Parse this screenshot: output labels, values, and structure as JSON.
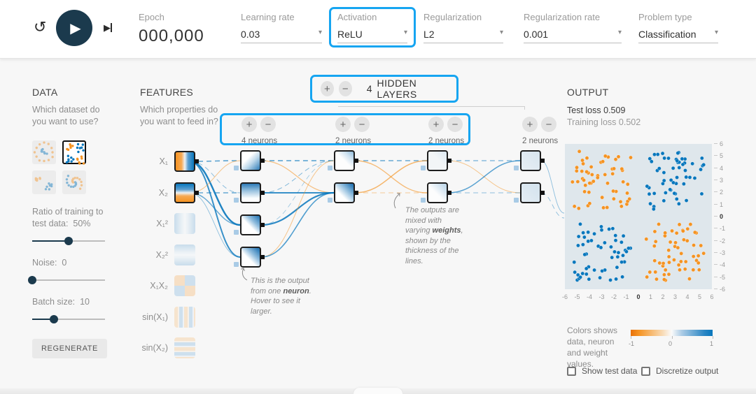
{
  "icons": {
    "reset": "↺",
    "play": "▶",
    "step": "▶",
    "plus": "+",
    "minus": "−",
    "caret": "▾"
  },
  "colors": {
    "accent_highlight": "#16a5f1",
    "orange": "#f59322",
    "blue": "#0877bd",
    "play_button": "#1b3a4d",
    "chart_background": "#dfe7ec"
  },
  "toolbar": {
    "epoch_label": "Epoch",
    "epoch_value": "000,000",
    "fields": [
      {
        "label": "Learning rate",
        "value": "0.03",
        "highlighted": false
      },
      {
        "label": "Activation",
        "value": "ReLU",
        "highlighted": true
      },
      {
        "label": "Regularization",
        "value": "L2",
        "highlighted": false
      },
      {
        "label": "Regularization rate",
        "value": "0.001",
        "highlighted": false
      },
      {
        "label": "Problem type",
        "value": "Classification",
        "highlighted": false
      }
    ]
  },
  "data_panel": {
    "title": "DATA",
    "subtitle": "Which dataset do you want to use?",
    "datasets": [
      {
        "name": "circle",
        "selected": false
      },
      {
        "name": "xor",
        "selected": true
      },
      {
        "name": "gaussian",
        "selected": false
      },
      {
        "name": "spiral",
        "selected": false
      }
    ],
    "sliders": [
      {
        "label": "Ratio of training to test data:",
        "value": "50%",
        "percent": 50
      },
      {
        "label": "Noise:",
        "value": "0",
        "percent": 0
      },
      {
        "label": "Batch size:",
        "value": "10",
        "percent": 30
      }
    ],
    "regenerate_label": "REGENERATE"
  },
  "features_panel": {
    "title": "FEATURES",
    "subtitle": "Which properties do you want to feed in?",
    "features": [
      {
        "label": "X₁",
        "active": true
      },
      {
        "label": "X₂",
        "active": true
      },
      {
        "label": "X₁²",
        "active": false
      },
      {
        "label": "X₂²",
        "active": false
      },
      {
        "label": "X₁X₂",
        "active": false
      },
      {
        "label": "sin(X₁)",
        "active": false
      },
      {
        "label": "sin(X₂)",
        "active": false
      }
    ]
  },
  "network": {
    "layers_control": {
      "count": "4",
      "label": "HIDDEN LAYERS"
    },
    "layers": [
      {
        "neurons_label": "4 neurons",
        "neuron_count": 4
      },
      {
        "neurons_label": "2 neurons",
        "neuron_count": 2
      },
      {
        "neurons_label": "2 neurons",
        "neuron_count": 2
      },
      {
        "neurons_label": "2 neurons",
        "neuron_count": 2
      }
    ],
    "annotations": {
      "neuron_note": {
        "pre": "This is the output from one ",
        "bold": "neuron",
        "post": ". Hover to see it larger."
      },
      "weights_note": {
        "pre": "The outputs are mixed with varying ",
        "bold": "weights",
        "post": ", shown by the thickness of the lines."
      }
    }
  },
  "output_panel": {
    "title": "OUTPUT",
    "test_loss_label": "Test loss",
    "test_loss_value": "0.509",
    "training_loss_label": "Training loss",
    "training_loss_value": "0.502",
    "legend_text": "Colors shows data, neuron and weight values.",
    "colorbar_ticks": [
      "-1",
      "0",
      "1"
    ],
    "checkboxes": [
      {
        "label": "Show test data",
        "checked": false
      },
      {
        "label": "Discretize output",
        "checked": false
      }
    ]
  },
  "chart_data": {
    "type": "scatter",
    "title": "XOR dataset scatter (output heatmap at epoch 0)",
    "xlabel": "",
    "ylabel": "",
    "xlim": [
      -6,
      6
    ],
    "ylim": [
      -6,
      6
    ],
    "x_ticks": [
      -6,
      -5,
      -4,
      -3,
      -2,
      -1,
      0,
      1,
      2,
      3,
      4,
      5,
      6
    ],
    "y_ticks": [
      6,
      5,
      4,
      3,
      2,
      1,
      0,
      -1,
      -2,
      -3,
      -4,
      -5,
      -6
    ],
    "background": "#dfe7ec",
    "seed": 42,
    "point_radius": 2.6,
    "series": [
      {
        "name": "class -1 (orange)",
        "color": "#f59322",
        "clusters": [
          {
            "x_range": [
              -5.4,
              -0.6
            ],
            "y_range": [
              0.6,
              5.4
            ],
            "count": 55
          },
          {
            "x_range": [
              0.6,
              5.4
            ],
            "y_range": [
              -5.4,
              -0.6
            ],
            "count": 55
          }
        ]
      },
      {
        "name": "class +1 (blue)",
        "color": "#0877bd",
        "clusters": [
          {
            "x_range": [
              0.6,
              5.4
            ],
            "y_range": [
              0.6,
              5.4
            ],
            "count": 55
          },
          {
            "x_range": [
              -5.4,
              -0.6
            ],
            "y_range": [
              -5.4,
              -0.6
            ],
            "count": 55
          }
        ]
      }
    ]
  }
}
